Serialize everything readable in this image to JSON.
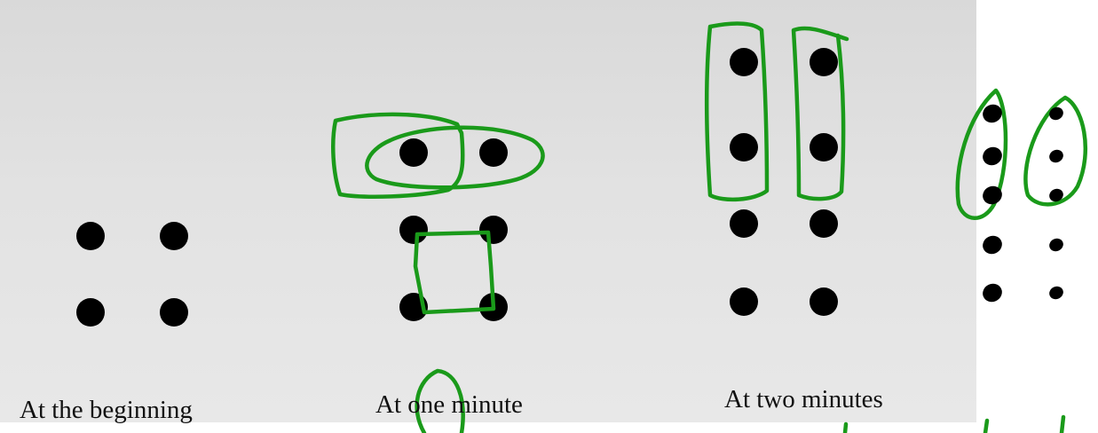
{
  "captions": {
    "beginning": "At the beginning",
    "one_minute": "At one minute",
    "two_minutes": "At two minutes"
  },
  "panels": {
    "beginning": {
      "dots": 4
    },
    "one_minute": {
      "dots": 6
    },
    "two_minutes": {
      "dots": 8
    },
    "handwritten_next": {
      "dots": 10
    }
  },
  "colors": {
    "paper": "#e2e2e2",
    "dot": "#000000",
    "caption_text": "#111111",
    "annotation": "#1a9a1a",
    "handwriting": "#000000"
  }
}
